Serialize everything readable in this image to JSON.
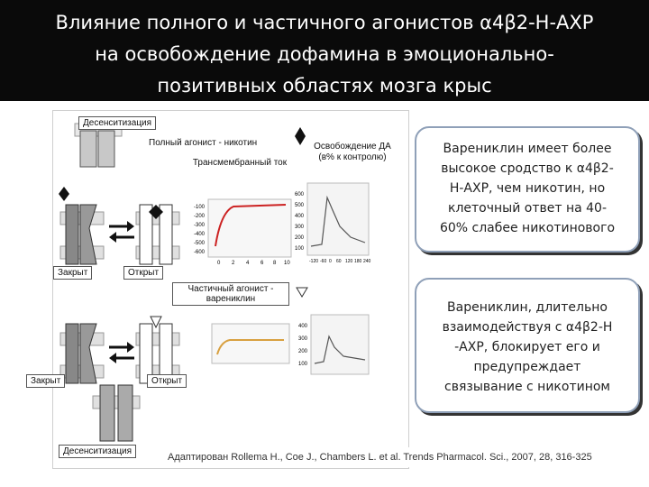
{
  "title": {
    "line1": "Влияние полного и частичного агонистов α4β2-Н-АХР",
    "line2": "на освобождение дофамина в эмоционально-",
    "line3": "позитивных областях мозга крыс"
  },
  "figure": {
    "desensitization_top": "Десенситизация",
    "full_agonist": "Полный агонист - никотин",
    "transmembrane_current": "Трансмембранный ток",
    "da_release": "Освобождение ДА (в% к контролю)",
    "closed_1": "Закрыт",
    "open_1": "Открыт",
    "partial_agonist": "Частичный агонист - варениклин",
    "closed_2": "Закрыт",
    "open_2": "Открыт",
    "desensitization_bottom": "Десенситизация",
    "current_ticks": [
      "-100",
      "-200",
      "-300",
      "-400",
      "-500",
      "-600"
    ],
    "current_x_ticks": [
      "0",
      "2",
      "4",
      "6",
      "8",
      "10"
    ],
    "release_y_ticks": [
      "600",
      "500",
      "400",
      "300",
      "200",
      "100"
    ],
    "release_x_ticks": [
      "-120",
      "-60",
      "0",
      "60",
      "120",
      "180",
      "240"
    ],
    "release2_y_ticks": [
      "400",
      "300",
      "200",
      "100"
    ]
  },
  "bubble_top": {
    "lines": [
      "Варениклин имеет более",
      "высокое сродство к  α4β2-",
      "Н-АХР, чем никотин, но",
      "клеточный ответ на 40-",
      "60% слабее  никотинового"
    ]
  },
  "bubble_bottom": {
    "lines": [
      "Варениклин, длительно",
      "взаимодействуя с  α4β2-Н",
      "-АХР, блокирует его и",
      "предупреждает",
      "связывание с никотином"
    ]
  },
  "credit": "Адаптирован Rollema H., Coe J., Chambers L. et al. Trends Pharmacol. Sci., 2007, 28, 316-325",
  "colors": {
    "bubble_border": "#8fa0b8",
    "curve_red": "#cc2222",
    "curve_orange": "#d8a040",
    "title_band": "#0a0a0a"
  }
}
